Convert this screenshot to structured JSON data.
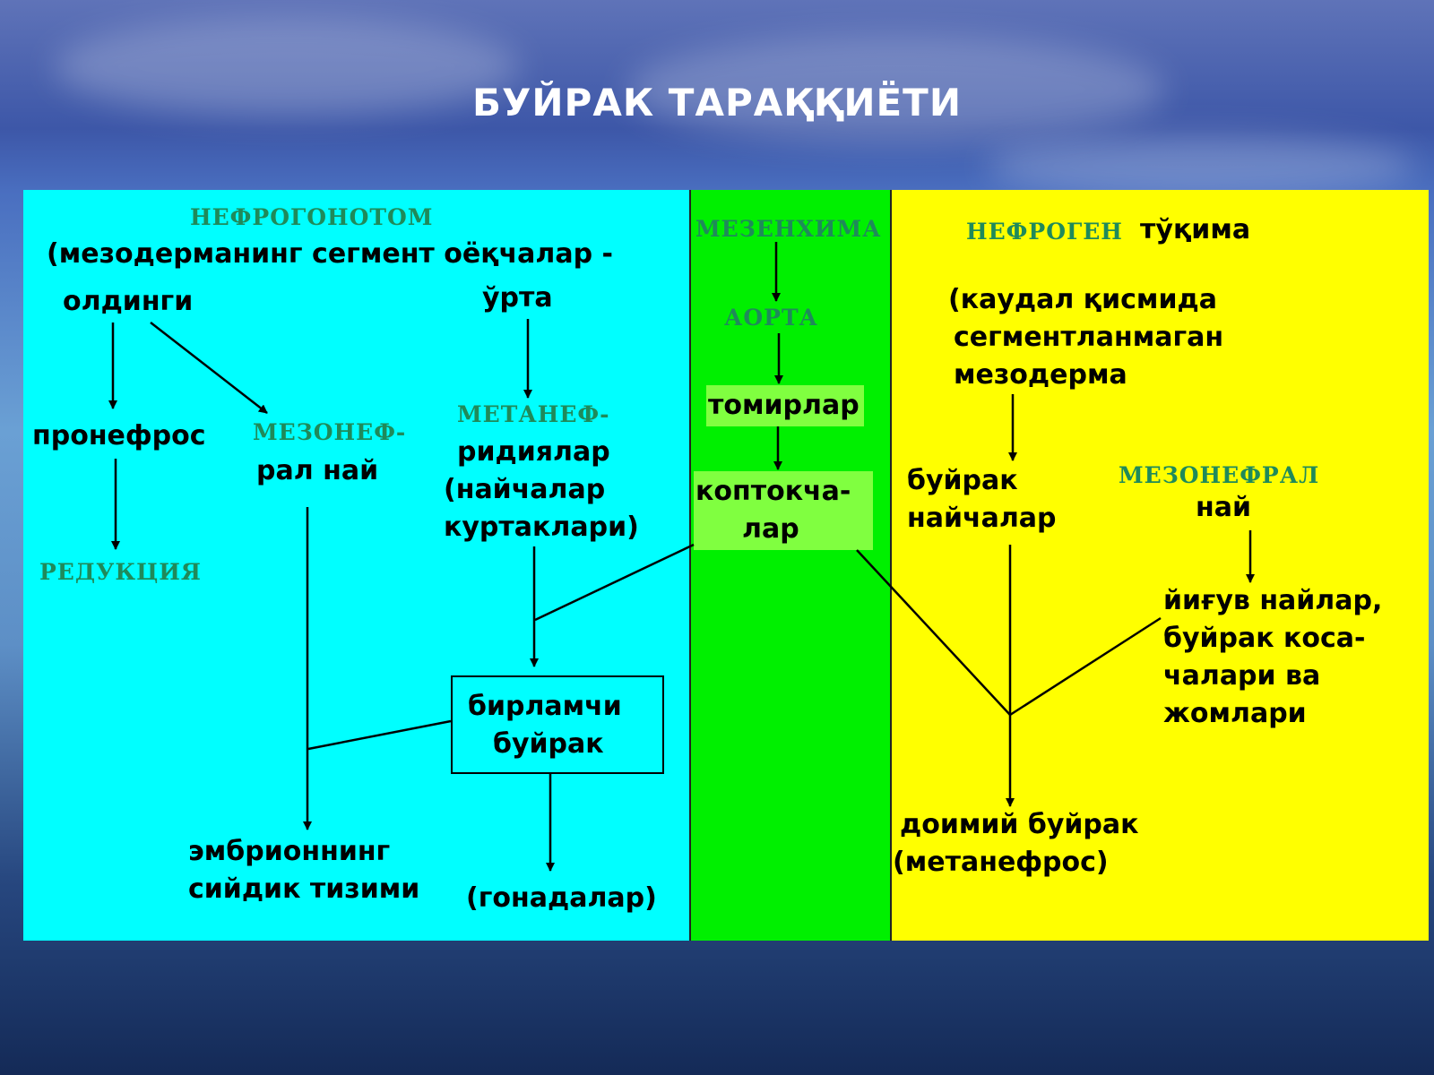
{
  "title": "БУЙРАК ТАРАҚҚИЁТИ",
  "left": {
    "header": "НЕФРОГОНОТОМ",
    "subheader": "(мезодерманинг сегмент оёқчалар -",
    "anterior": "олдинги",
    "middle": "ўрта",
    "pronephros": "пронефрос",
    "mesonephral_duct": [
      "МЕЗОНЕФ-",
      "рал най"
    ],
    "reduction": "РЕДУКЦИЯ",
    "metanephric": [
      "МЕТАНЕФ-",
      "ридиялар",
      "(найчалар",
      "куртаклари)"
    ],
    "primary_kidney": [
      "бирламчи",
      "буйрак"
    ],
    "embryo_urinary": [
      "эмбрионнинг",
      "сийдик тизими"
    ],
    "gonads": "(гонадалар)"
  },
  "middle": {
    "header": "МЕЗЕНХИМА",
    "aorta": "АОРТА",
    "vessels": "томирлар",
    "glomeruli": [
      "коптокча-",
      "лар"
    ]
  },
  "right": {
    "header_serif": "НЕФРОГЕН",
    "header_rest": "тўқима",
    "caudal": [
      "(каудал қисмида",
      "сегментланмаган",
      "мезодерма"
    ],
    "kidney_tubules": [
      "буйрак",
      "найчалар"
    ],
    "mesonephral": [
      "МЕЗОНЕФРАЛ",
      "най"
    ],
    "collecting": [
      "йиғув найлар,",
      "буйрак коса-",
      "чалари ва",
      "жомлари"
    ],
    "permanent": [
      "доимий буйрак",
      "(метанефрос)"
    ]
  }
}
